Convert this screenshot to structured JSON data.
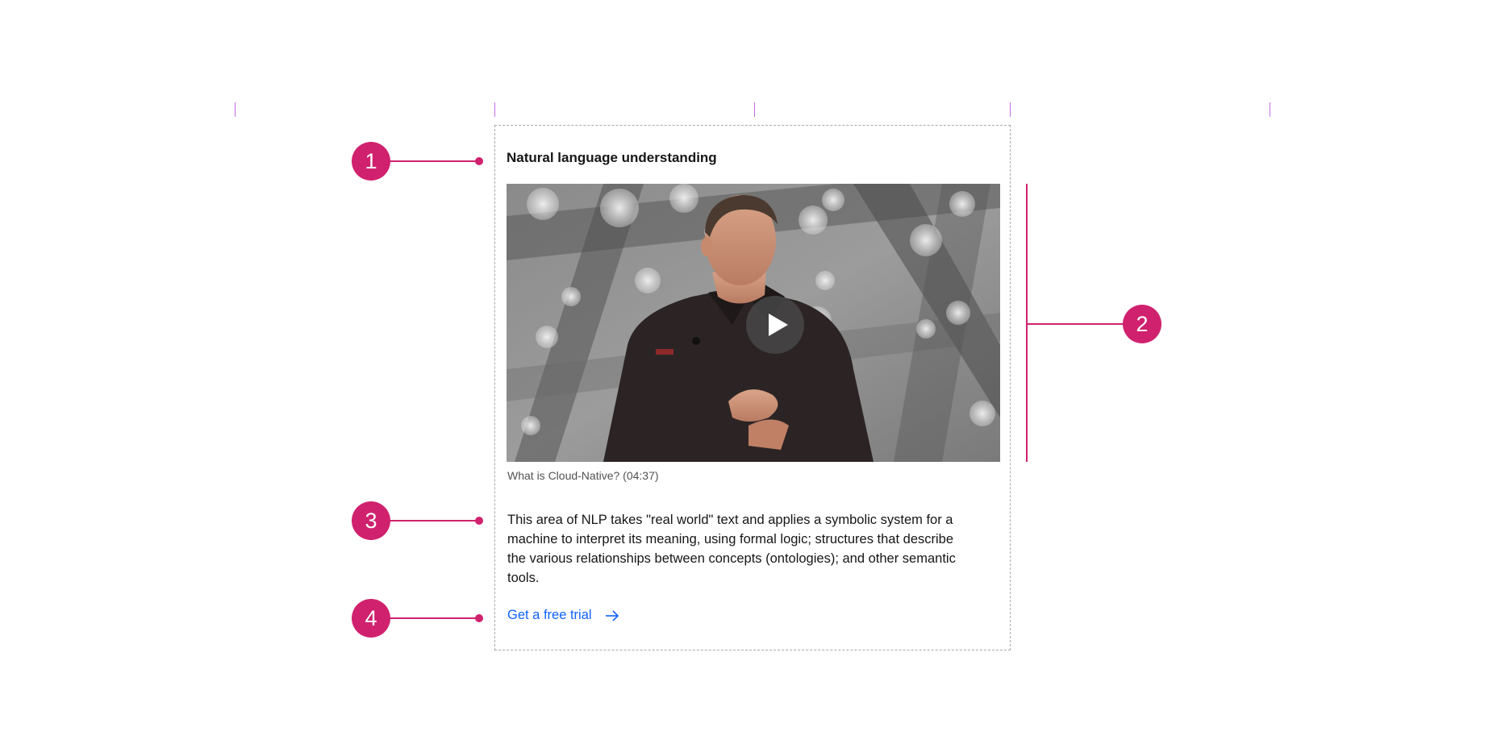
{
  "card": {
    "heading": "Natural language understanding",
    "video": {
      "caption": "What is Cloud-Native? (04:37)",
      "play_icon": "play-icon"
    },
    "body": "This area of NLP takes \"real world\" text and applies a symbolic system for a machine to interpret its meaning, using formal logic; structures that describe the various relationships between concepts (ontologies); and other semantic tools.",
    "cta": {
      "label": "Get a free trial",
      "icon": "arrow-right-icon"
    }
  },
  "annotations": [
    {
      "number": "1"
    },
    {
      "number": "2"
    },
    {
      "number": "3"
    },
    {
      "number": "4"
    }
  ],
  "colors": {
    "annotation": "#d0216e",
    "grid_tick": "#c26ee0",
    "link": "#0f62fe",
    "card_border": "#a8a8a8",
    "text": "#161616",
    "caption": "#525252"
  }
}
